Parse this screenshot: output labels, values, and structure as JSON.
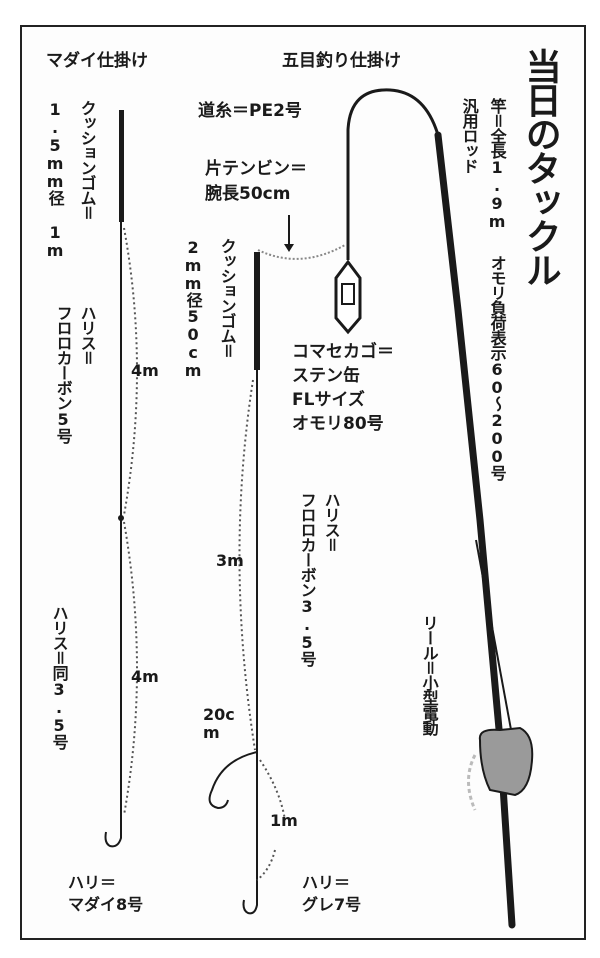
{
  "diagram": {
    "title": "当日のタックル",
    "madai": {
      "heading": "マダイ仕掛け",
      "cushion_size": "1.5mm径 1m",
      "cushion_label": "クッションゴム＝",
      "harisu1_label": "ハリス＝",
      "harisu1_value": "フロロカーボン5号",
      "harisu1_length": "4m",
      "harisu2_label": "ハリス＝同3.5号",
      "harisu2_length": "4m",
      "hook_label": "ハリ＝",
      "hook_value": "マダイ8号"
    },
    "gomoku": {
      "heading": "五目釣り仕掛け",
      "mainline": "道糸＝PE2号",
      "tenbin_1": "片テンビン＝",
      "tenbin_2": "腕長50cm",
      "cushion_size": "2mm径50cm",
      "cushion_label": "クッションゴム＝",
      "komase_1": "コマセカゴ＝",
      "komase_2": "ステン缶",
      "komase_3": "FLサイズ",
      "komase_4": "オモリ80号",
      "harisu_label": "ハリス＝",
      "harisu_value": "フロロカーボン3.5号",
      "harisu_length": "3m",
      "branch_length": "20cm",
      "tip_length": "1m",
      "hook_label": "ハリ＝",
      "hook_value": "グレ7号"
    },
    "rod": {
      "type": "汎用ロッド",
      "spec_1": "竿＝全長1.9m",
      "spec_2": "オモリ負荷表示60～200号"
    },
    "reel": {
      "label": "リール＝小型電動"
    },
    "colors": {
      "line": "#1a1a1a",
      "dotted": "#555555",
      "reel": "#9a9a9a",
      "frame": "#222222"
    }
  }
}
